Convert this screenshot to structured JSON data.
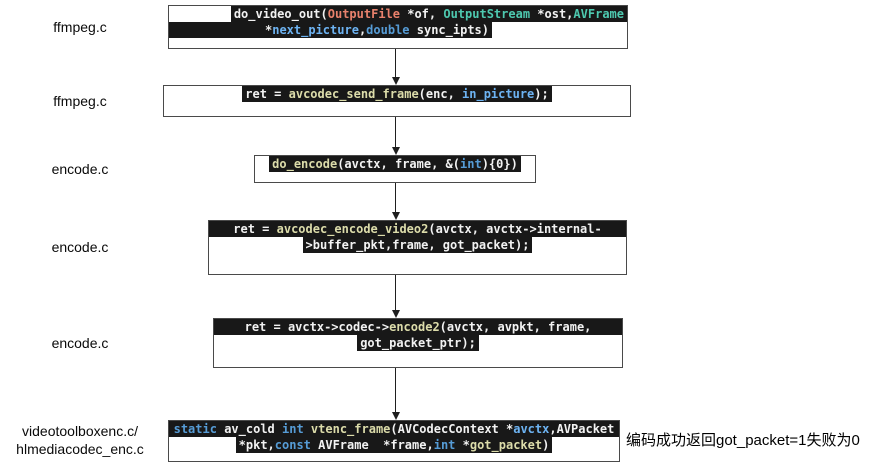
{
  "palette": {
    "plain": "#f2f2f2",
    "keyword": "#569cd6",
    "type": "#4ec9b0",
    "classname": "#e8816c",
    "variable": "#6db3f2",
    "function": "#dcdcaa",
    "code_bg": "#181818",
    "box_border": "#4a4a4a",
    "arrow": "#1f1f1f",
    "label_text": "#0a0a0a"
  },
  "rows": [
    {
      "label_lines": [
        "ffmpeg.c"
      ],
      "lines": [
        [
          {
            "t": "do_video_out(",
            "c": "plain"
          },
          {
            "t": "OutputFile",
            "c": "classname"
          },
          {
            "t": " *of, ",
            "c": "plain"
          },
          {
            "t": "OutputStream",
            "c": "type"
          },
          {
            "t": " *ost,",
            "c": "plain"
          },
          {
            "t": "AVFrame",
            "c": "type"
          }
        ],
        [
          {
            "t": "*",
            "c": "plain"
          },
          {
            "t": "next_picture",
            "c": "variable"
          },
          {
            "t": ",",
            "c": "plain"
          },
          {
            "t": "double",
            "c": "keyword"
          },
          {
            "t": " sync_ipts)",
            "c": "plain"
          }
        ]
      ]
    },
    {
      "label_lines": [
        "ffmpeg.c"
      ],
      "lines": [
        [
          {
            "t": "ret = ",
            "c": "plain"
          },
          {
            "t": "avcodec_send_frame",
            "c": "function"
          },
          {
            "t": "(enc, ",
            "c": "plain"
          },
          {
            "t": "in_picture",
            "c": "variable"
          },
          {
            "t": ");",
            "c": "plain"
          }
        ]
      ]
    },
    {
      "label_lines": [
        "encode.c"
      ],
      "lines": [
        [
          {
            "t": "do_encode",
            "c": "function"
          },
          {
            "t": "(avctx, frame, &(",
            "c": "plain"
          },
          {
            "t": "int",
            "c": "keyword"
          },
          {
            "t": "){0})",
            "c": "plain"
          }
        ]
      ]
    },
    {
      "label_lines": [
        "encode.c"
      ],
      "lines": [
        [
          {
            "t": "ret = ",
            "c": "plain"
          },
          {
            "t": "avcodec_encode_video2",
            "c": "function"
          },
          {
            "t": "(avctx, avctx->internal-",
            "c": "plain"
          }
        ],
        [
          {
            "t": ">buffer_pkt,frame, got_packet);",
            "c": "plain"
          }
        ]
      ]
    },
    {
      "label_lines": [
        "encode.c"
      ],
      "lines": [
        [
          {
            "t": "ret = avctx->codec->",
            "c": "plain"
          },
          {
            "t": "encode2",
            "c": "function"
          },
          {
            "t": "(avctx, avpkt, frame,",
            "c": "plain"
          }
        ],
        [
          {
            "t": "got_packet_ptr);",
            "c": "plain"
          }
        ]
      ]
    },
    {
      "label_lines": [
        "videotoolboxenc.c/",
        "hlmediacodec_enc.c"
      ],
      "lines": [
        [
          {
            "t": "static",
            "c": "keyword"
          },
          {
            "t": " av_cold ",
            "c": "plain"
          },
          {
            "t": "int",
            "c": "keyword"
          },
          {
            "t": " ",
            "c": "plain"
          },
          {
            "t": "vtenc_frame",
            "c": "function"
          },
          {
            "t": "(AVCodecContext *",
            "c": "plain"
          },
          {
            "t": "avctx",
            "c": "variable"
          },
          {
            "t": ",AVPacket",
            "c": "plain"
          }
        ],
        [
          {
            "t": "*pkt,",
            "c": "plain"
          },
          {
            "t": "const",
            "c": "keyword"
          },
          {
            "t": " AVFrame  *frame,",
            "c": "plain"
          },
          {
            "t": "int",
            "c": "keyword"
          },
          {
            "t": " *",
            "c": "plain"
          },
          {
            "t": "got_packet",
            "c": "function"
          },
          {
            "t": ")",
            "c": "plain"
          }
        ]
      ]
    }
  ],
  "annotation": "编码成功返回got_packet=1失败为0"
}
